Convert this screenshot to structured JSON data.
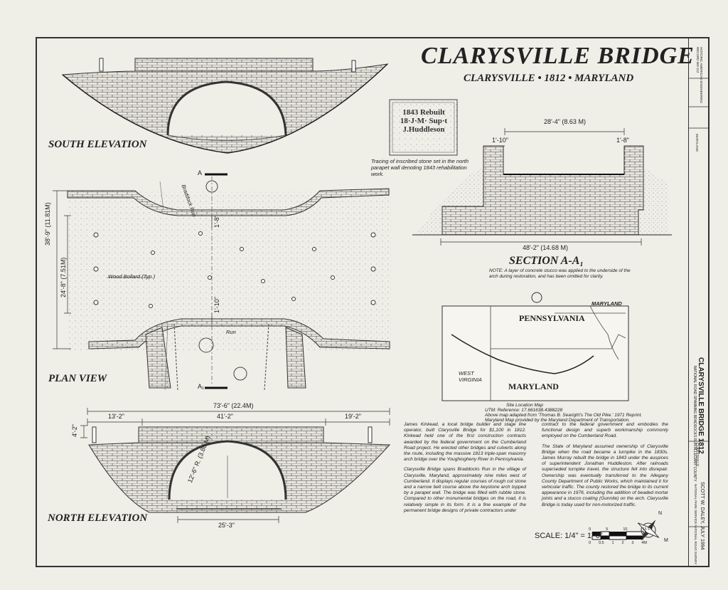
{
  "title": "CLARYSVILLE   BRIDGE",
  "subtitle": "CLARYSVILLE • 1812 • MARYLAND",
  "views": {
    "south_elevation": "SOUTH ELEVATION",
    "plan_view": "PLAN VIEW",
    "north_elevation": "NORTH ELEVATION",
    "section": "SECTION A-A₁"
  },
  "plan_labels": {
    "braddock_run": "Braddock Run",
    "wood_bollard": "Wood Bollard (Typ.)",
    "run": "Run",
    "section_mark_top": "A",
    "section_mark_bottom": "A₁"
  },
  "dimensions": {
    "plan_total": "38'-9\" (11.81M)",
    "plan_road": "24'-8\" (7.51M)",
    "plan_top": "1'-8\"",
    "plan_mid": "1'-10\"",
    "north_total": "73'-6\" (22.4M)",
    "north_left": "13'-2\"",
    "north_mid": "41'-2\"",
    "north_right": "19'-2\"",
    "north_height": "4'-2\"",
    "north_span": "25'-3\"",
    "north_radius": "12'-6\" R. (3.80 M)",
    "section_top": "28'-4\" (8.63 M)",
    "section_left": "1'-10\"",
    "section_right": "1'-8\"",
    "section_bottom": "48'-2\" (14.68 M)"
  },
  "stone": {
    "text": "1843 Rebuilt 18·J·M· Sup·t J.Huddleson",
    "caption": "Tracing of inscribed stone set in the north parapet wall denoting 1843 rehabilitation work."
  },
  "section_note": "NOTE: A layer of concrete stucco was applied to the underside of the arch during restoration, and has been omitted for clarity.",
  "map": {
    "maryland_top": "MARYLAND",
    "pennsylvania": "PENNSYLVANIA",
    "west_virginia": "WEST VIRGINIA",
    "maryland": "MARYLAND",
    "caption_title": "Site Location Map",
    "caption_lines": [
      "UTM: Reference: 17.661638.4388228",
      "Above map adapted from 'Thomas B. Searight's The Old Pike.' 1971 Reprint.",
      "Maryland Map provided by the Maryland Department of Transportation."
    ]
  },
  "description": {
    "col1": [
      "James Kinkead, a local bridge builder and stage line operator, built Clarysville Bridge for $1,100 in 1812. Kinkead held one of the first construction contracts awarded by the federal government on the Cumberland Road project. He erected other bridges and culverts along the route, including the massive 1813 triple-span masonry arch bridge over the Youghiogheny River in Pennsylvania.",
      "Clarysville Bridge spans Braddocks Run in the village of Clarysville, Maryland, approximately nine miles west of Cumberland. It displays regular courses of rough cut stone and a narrow belt course above the keystone arch topped by a parapet wall. The bridge was filled with rubble stone. Compared to other monumental bridges on the road, it is relatively simple in its form. It is a fine example of the permanent bridge designs of private contractors under"
    ],
    "col2": [
      "contract to the federal government and embodies the functional design and superb workmanship commonly employed on the Cumberland Road.",
      "The State of Maryland assumed ownership of Clarysville Bridge when the road became a turnpike in the 1830s. James Murray rebuilt the bridge in 1843 under the auspices of superintendent Jonathan Huddleston. After railroads superseded turnpike travel, the structure fell into disrepair. Ownership was eventually transferred to the Allegany County Department of Public Works, which maintained it for vehicular traffic. The county restored the bridge to its current appearance in 1976, including the addition of beaded mortar joints and a stucco coating (Gunnite) on the arch. Clarysville Bridge is today used for non-motorized traffic."
    ]
  },
  "scale": {
    "label": "SCALE: 1/4\" = 1'-0\"",
    "feet_ticks": [
      "0",
      "5",
      "10",
      "15 FT"
    ],
    "meter_ticks": [
      "0",
      "0.5",
      "1",
      "2",
      "3",
      "4M"
    ]
  },
  "compass": [
    "N",
    "M"
  ],
  "title_block": {
    "main": "CLARYSVILLE BRIDGE   1812",
    "sub": "NATIONAL ROAD SPANNING BRADDOCKS RUN   ALLEGANY COUNTY",
    "delineator": "SCOTT W. DALEY, JULY 1994",
    "agency": "NATIONAL PARK SERVICE   NATIONAL ROAD SURVEY",
    "location": "CLARYSVILLE",
    "state": "MARYLAND",
    "survey": "HISTORIC AMERICAN ENGINEERING RECORD   MD-112"
  }
}
